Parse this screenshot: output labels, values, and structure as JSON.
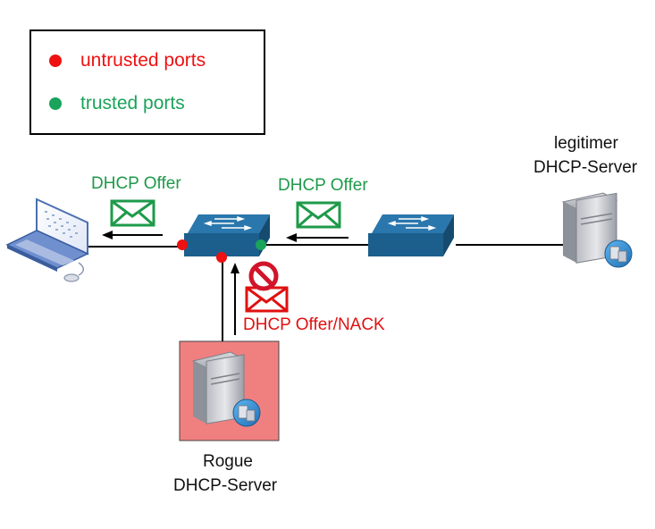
{
  "legend": {
    "untrusted_label": "untrusted ports",
    "trusted_label": "trusted ports"
  },
  "labels": {
    "offer_left": "DHCP Offer",
    "offer_right": "DHCP Offer",
    "offer_nack": "DHCP Offer/NACK",
    "legit_server_line1": "legitimer",
    "legit_server_line2": "DHCP-Server",
    "rogue_server_line1": "Rogue",
    "rogue_server_line2": "DHCP-Server"
  },
  "colors": {
    "untrusted": "#ee1111",
    "trusted": "#1aa35a",
    "offer_text_green": "#1e9a4a",
    "nack_text_red": "#e01010",
    "switch_blue": "#1c5f8c",
    "rogue_bg": "#f08080",
    "block_red": "#d2142a"
  },
  "icons": {
    "laptop": "laptop-icon",
    "switch": "network-switch-icon",
    "server": "server-icon",
    "envelope": "envelope-icon",
    "blocked": "prohibited-icon"
  }
}
